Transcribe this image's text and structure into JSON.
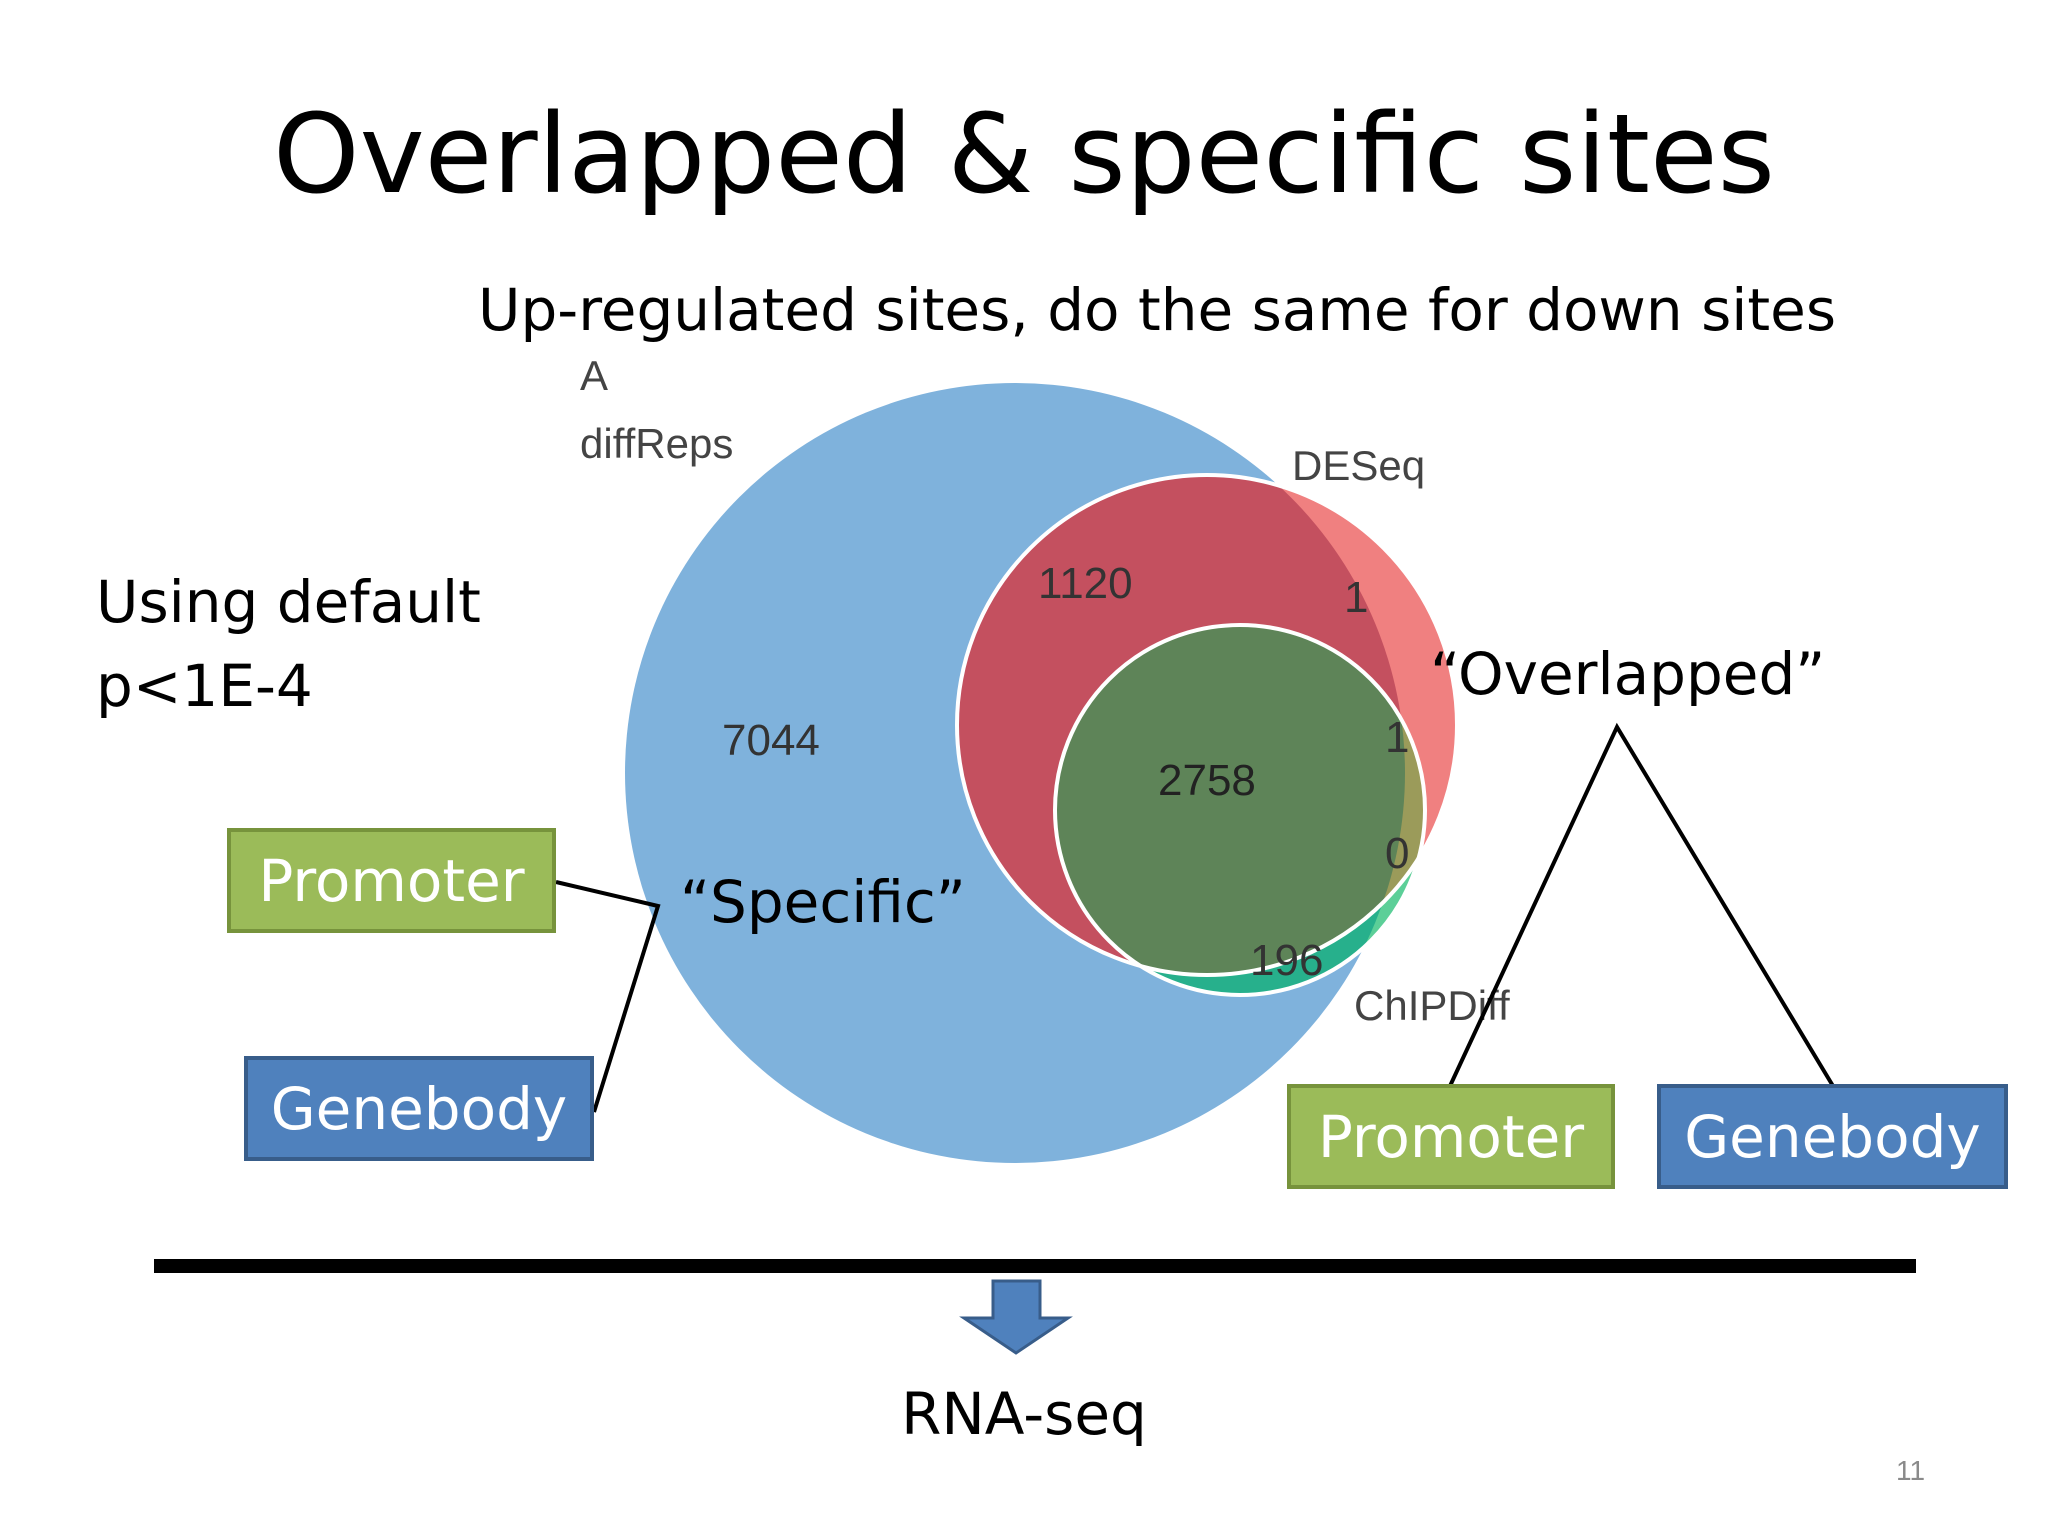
{
  "slide": {
    "title": "Overlapped & specific sites",
    "subtitle": "Up-regulated sites, do the same for down sites",
    "note_line1": "Using default",
    "note_line2": "p<1E-4",
    "specific_label": "“Specific”",
    "overlapped_label": "“Overlapped”",
    "bottom_label": "RNA-seq",
    "page_number": "11"
  },
  "boxes": {
    "left_promoter": "Promoter",
    "left_genebody": "Genebody",
    "right_promoter": "Promoter",
    "right_genebody": "Genebody"
  },
  "venn": {
    "panel_letter": "A",
    "sets": {
      "diffreps": "diffReps",
      "deseq": "DESeq",
      "chipdiff": "ChIPDiff"
    },
    "regions": {
      "diffreps_only": "7044",
      "diffreps_deseq": "1120",
      "deseq_only": "1",
      "all_three": "2758",
      "deseq_chipdiff": "1",
      "chipdiff_only": "0",
      "diffreps_chipdiff": "196"
    },
    "colors": {
      "diffreps": "#7fb2dc",
      "deseq": "#c4505f",
      "chipdiff": "#4fc48c",
      "overlap": "#5e8458"
    }
  },
  "colors": {
    "promoter_box": "#9bbb59",
    "genebody_box": "#4f81bd"
  }
}
